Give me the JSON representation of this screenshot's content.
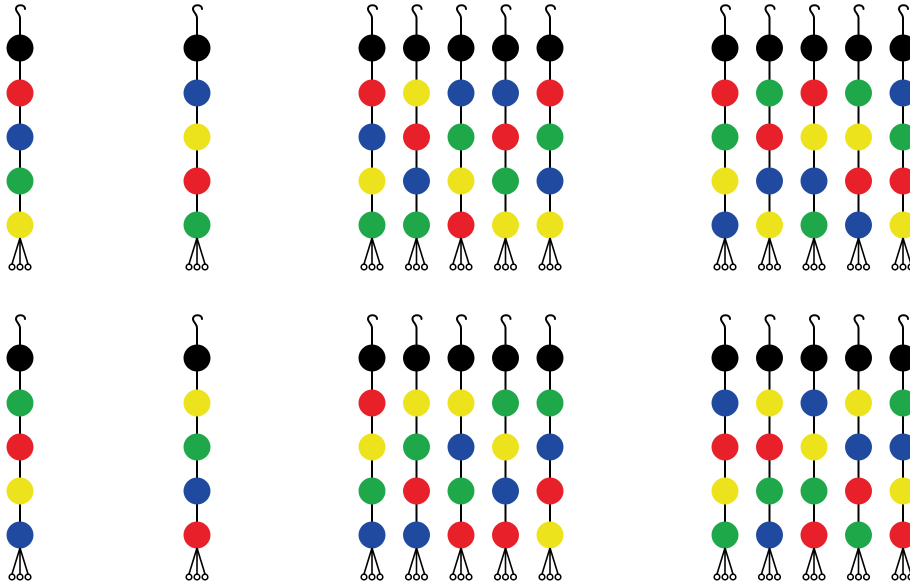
{
  "colors": {
    "K": "#000000",
    "R": "#e8202a",
    "B": "#1f4aa0",
    "G": "#1fa84a",
    "Y": "#ece31c",
    "string": "#000000",
    "background": "#ffffff"
  },
  "icons": {
    "hook": "hook-icon",
    "bead": "bead",
    "tassel": "tassel-icon"
  },
  "rows": [
    {
      "groups": [
        {
          "strands": [
            [
              "K",
              "R",
              "B",
              "G",
              "Y"
            ]
          ]
        },
        {
          "strands": [
            [
              "K",
              "B",
              "Y",
              "R",
              "G"
            ]
          ]
        },
        {
          "strands": [
            [
              "K",
              "R",
              "B",
              "Y",
              "G"
            ],
            [
              "K",
              "Y",
              "R",
              "B",
              "G"
            ],
            [
              "K",
              "B",
              "G",
              "Y",
              "R"
            ],
            [
              "K",
              "B",
              "R",
              "G",
              "Y"
            ],
            [
              "K",
              "R",
              "G",
              "B",
              "Y"
            ]
          ]
        },
        {
          "strands": [
            [
              "K",
              "R",
              "G",
              "Y",
              "B"
            ],
            [
              "K",
              "G",
              "R",
              "B",
              "Y"
            ],
            [
              "K",
              "R",
              "Y",
              "B",
              "G"
            ],
            [
              "K",
              "G",
              "Y",
              "R",
              "B"
            ],
            [
              "K",
              "B",
              "G",
              "R",
              "Y"
            ]
          ]
        }
      ]
    },
    {
      "groups": [
        {
          "strands": [
            [
              "K",
              "G",
              "R",
              "Y",
              "B"
            ]
          ]
        },
        {
          "strands": [
            [
              "K",
              "Y",
              "G",
              "B",
              "R"
            ]
          ]
        },
        {
          "strands": [
            [
              "K",
              "R",
              "Y",
              "G",
              "B"
            ],
            [
              "K",
              "Y",
              "G",
              "R",
              "B"
            ],
            [
              "K",
              "Y",
              "B",
              "G",
              "R"
            ],
            [
              "K",
              "G",
              "Y",
              "B",
              "R"
            ],
            [
              "K",
              "G",
              "B",
              "R",
              "Y"
            ]
          ]
        },
        {
          "strands": [
            [
              "K",
              "B",
              "R",
              "Y",
              "G"
            ],
            [
              "K",
              "Y",
              "R",
              "G",
              "B"
            ],
            [
              "K",
              "B",
              "Y",
              "G",
              "R"
            ],
            [
              "K",
              "Y",
              "B",
              "R",
              "G"
            ],
            [
              "K",
              "G",
              "B",
              "Y",
              "R"
            ]
          ]
        }
      ]
    }
  ]
}
